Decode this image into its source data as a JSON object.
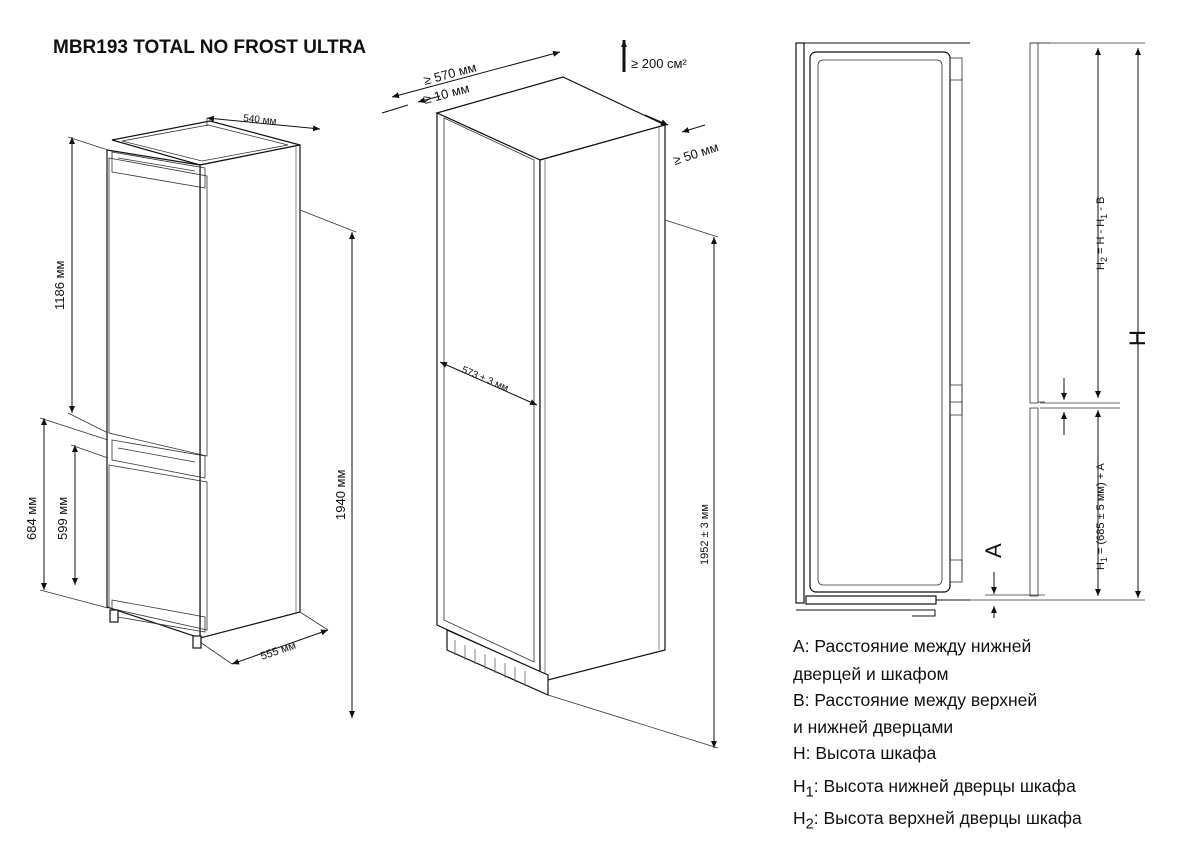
{
  "title": "MBR193 TOTAL NO FROST ULTRA",
  "fridge_dims": {
    "width": "540 мм",
    "upper_door": "1186 мм",
    "lower_total": "684 мм",
    "lower_door": "599 мм",
    "height": "1940 мм",
    "depth": "555 мм"
  },
  "cabinet_dims": {
    "depth": "≥ 570 мм",
    "gap_rear": "≥ 10 мм",
    "vent": "≥ 200 см²",
    "side_gap": "≥ 50 мм",
    "inner_width": "573 ± 3 мм",
    "height": "1952 ± 3 мм"
  },
  "side_view": {
    "h2_formula_main": "H",
    "h2_formula_sub": "2",
    "h2_formula_rest": " = H - H",
    "h2_formula_sub2": "1",
    "h2_formula_tail": " - B",
    "h_label": "H",
    "h1_formula_main": "H",
    "h1_formula_sub": "1",
    "h1_formula_rest": " = (685 ± 5 мм) + A",
    "a_label": "A"
  },
  "legend": [
    {
      "sym": "A",
      "sub": "",
      "text": ": Расстояние между нижней\nдверцей и шкафом"
    },
    {
      "sym": "B",
      "sub": "",
      "text": ": Расстояние между верхней\nи нижней дверцами"
    },
    {
      "sym": "H",
      "sub": "",
      "text": ": Высота шкафа"
    },
    {
      "sym": "H",
      "sub": "1",
      "text": ": Высота нижней дверцы шкафа"
    },
    {
      "sym": "H",
      "sub": "2",
      "text": ": Высота верхней дверцы шкафа"
    }
  ]
}
